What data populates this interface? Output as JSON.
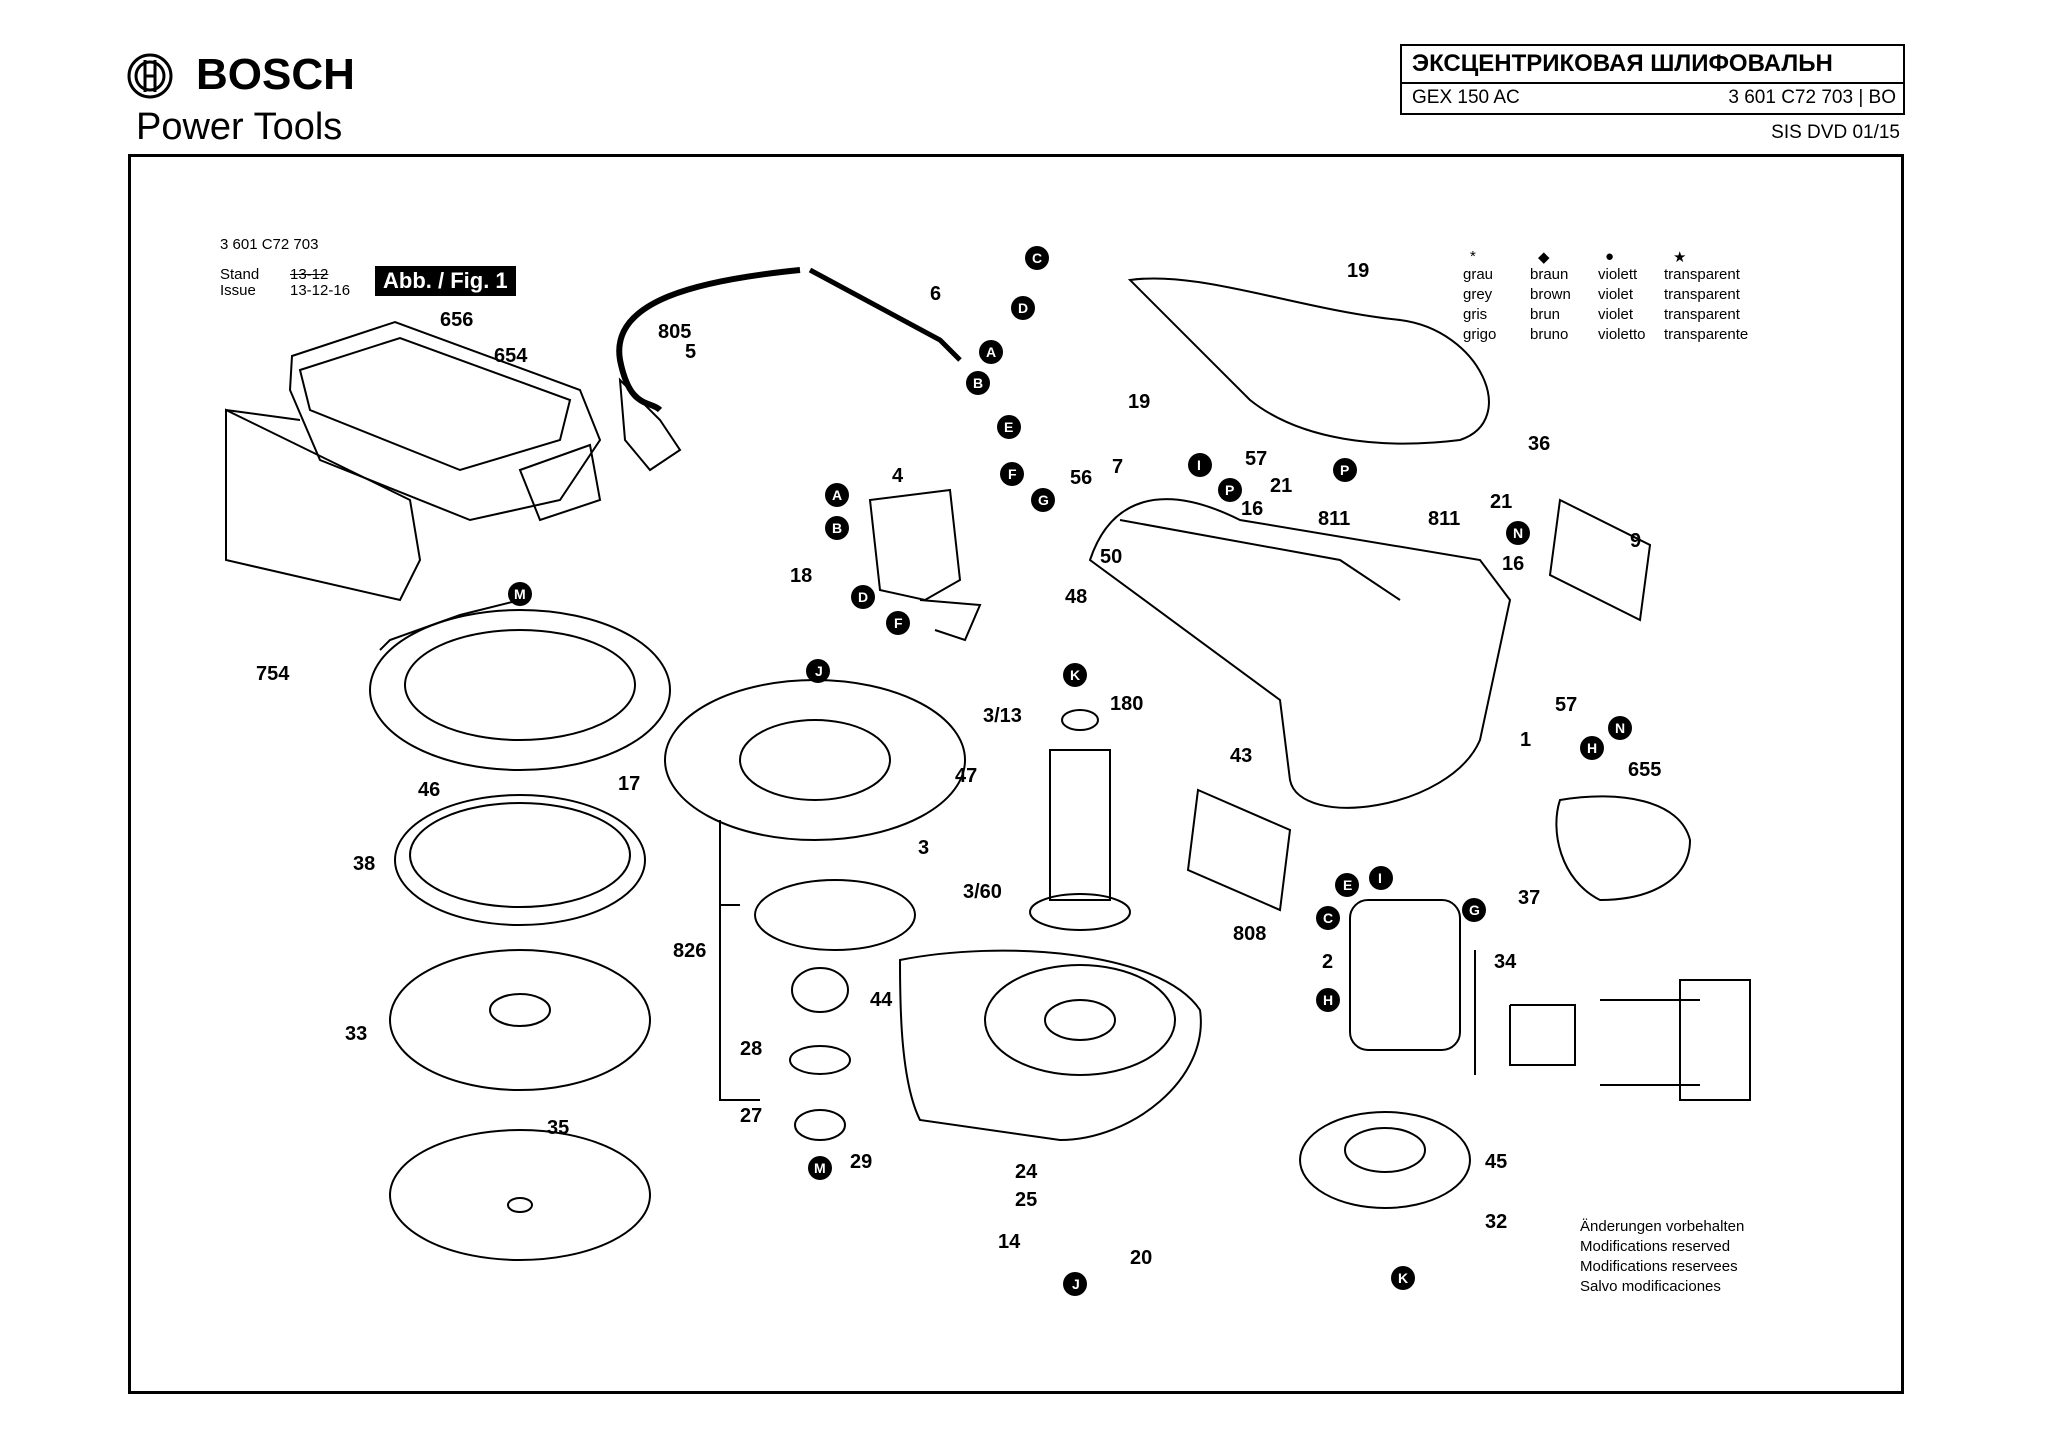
{
  "header": {
    "brand": "BOSCH",
    "subbrand": "Power Tools",
    "title": "ЭКСЦЕНТРИКОВАЯ ШЛИФОВАЛЬН",
    "model": "GEX 150 AC",
    "part_number": "3 601 C72 703 | BO",
    "source": "SIS DVD 01/15"
  },
  "doc_meta": {
    "number": "3 601 C72 703",
    "stand_label": "Stand",
    "issue_label": "Issue",
    "stand_old": "13-12",
    "issue_date": "13-12-16",
    "figure": "Abb. / Fig. 1"
  },
  "legend": {
    "symbols": [
      "*",
      "◆",
      "●",
      "★"
    ],
    "rows": [
      [
        "grau",
        "braun",
        "violett",
        "transparent"
      ],
      [
        "grey",
        "brown",
        "violet",
        "transparent"
      ],
      [
        "gris",
        "brun",
        "violet",
        "transparent"
      ],
      [
        "grigo",
        "bruno",
        "violetto",
        "transparente"
      ]
    ]
  },
  "notes": [
    "Änderungen vorbehalten",
    "Modifications reserved",
    "Modifications reservees",
    "Salvo modificaciones"
  ],
  "part_labels": [
    "656",
    "654",
    "754",
    "805",
    "5",
    "6",
    "4",
    "18",
    "46",
    "17",
    "38",
    "33",
    "35",
    "47",
    "3/13",
    "3",
    "3/60",
    "826",
    "28",
    "27",
    "29",
    "44",
    "24",
    "25",
    "14",
    "20",
    "48",
    "50",
    "180",
    "56",
    "7",
    "57",
    "19",
    "36",
    "21",
    "16",
    "811",
    "9",
    "1",
    "43",
    "655",
    "808",
    "37",
    "2",
    "34",
    "45",
    "32"
  ],
  "connectors": [
    "A",
    "B",
    "C",
    "D",
    "E",
    "F",
    "G",
    "H",
    "I",
    "J",
    "K",
    "M",
    "N",
    "P"
  ]
}
